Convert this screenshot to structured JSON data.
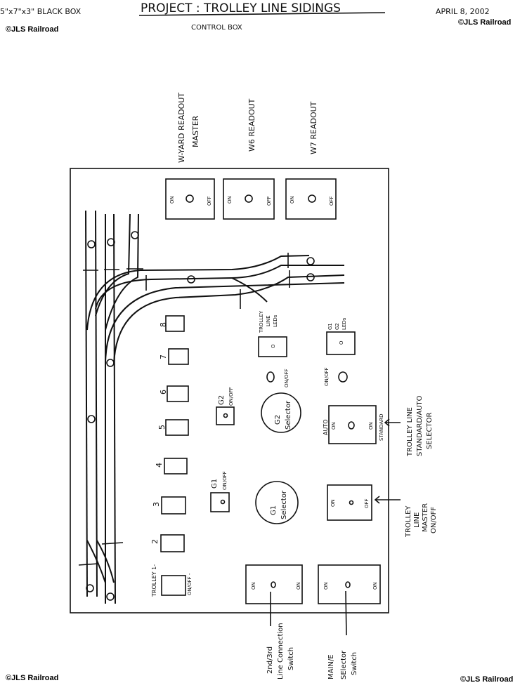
{
  "header": {
    "title": "PROJECT : TROLLEY LINE SIDINGS",
    "subtitle": "CONTROL BOX",
    "box_size": "5\"x7\"x3\" BLACK BOX",
    "date": "APRIL 8, 2002"
  },
  "watermarks": [
    "©JLS Railroad",
    "©JLS Railroad",
    "©JLS Railroad",
    "©JLS Railroad"
  ],
  "readouts": [
    {
      "label1": "W-YARD READOUT",
      "label2": "MASTER",
      "on": "ON",
      "off": "OFF"
    },
    {
      "label1": "W6 READOUT",
      "label2": "",
      "on": "ON",
      "off": "OFF"
    },
    {
      "label1": "W7 READOUT",
      "label2": "",
      "on": "ON",
      "off": "OFF"
    }
  ],
  "trolley_switches": {
    "numbers": [
      "8",
      "7",
      "6",
      "5",
      "4",
      "3",
      "2",
      "TROLLEY 1-"
    ],
    "onoff_label": "ON/OFF -"
  },
  "g2": {
    "name": "G2",
    "onoff": "ON/OFF",
    "selector": [
      "G2",
      "Selector"
    ]
  },
  "g1": {
    "name": "G1",
    "onoff": "ON/OFF",
    "selector": [
      "G1",
      "Selector"
    ]
  },
  "leds": {
    "trolley": [
      "TROLLEY",
      "LINE",
      "LEDs"
    ],
    "g1g2": [
      "G1",
      "G2",
      "LEDs"
    ],
    "onoff": "ON/OFF",
    "led_mark": "O"
  },
  "auto_switch": {
    "auto": "AUTO",
    "on": "ON",
    "standard": "STANDARD",
    "callout": [
      "TROLLEY LINE",
      "STANDARD/AUTO",
      "SELECTOR"
    ]
  },
  "master_switch": {
    "on": "ON",
    "off": "OFF",
    "callout": [
      "TROLLEY",
      "LINE",
      "MASTER",
      "ON/OFF"
    ]
  },
  "bottom_switches": [
    {
      "on": "ON",
      "callout": [
        "2nd/3rd",
        "Line Connection",
        "Switch"
      ]
    },
    {
      "on": "ON",
      "callout": [
        "MAIN/E",
        "SElector",
        "Switch"
      ]
    }
  ]
}
